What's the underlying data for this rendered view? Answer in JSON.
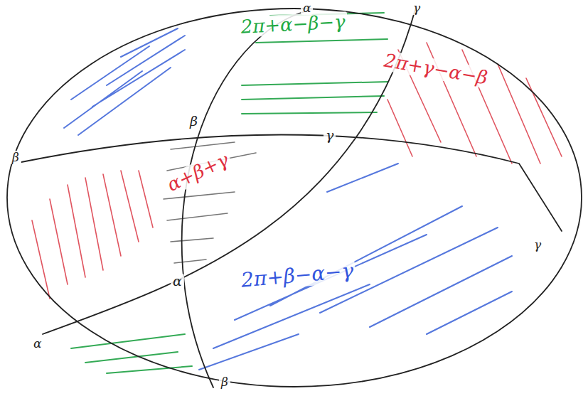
{
  "diagram": {
    "labels": [
      "α",
      "2π+α−β−γ",
      "γ",
      "2π+γ−α−β",
      "β",
      "β",
      "γ",
      "α+β+γ",
      "γ",
      "α",
      "2π+β−α−γ",
      "α",
      "β"
    ]
  }
}
